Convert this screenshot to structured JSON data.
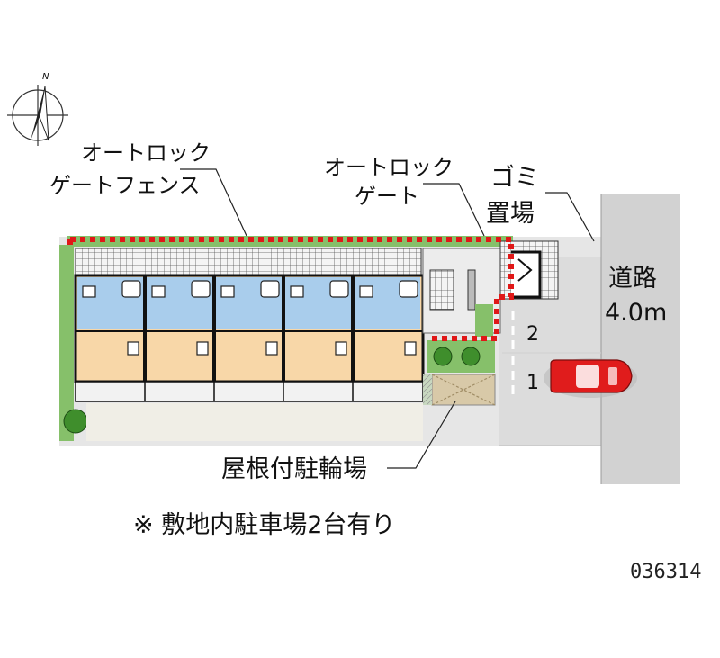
{
  "compass": {
    "north_letter": "N"
  },
  "labels": {
    "autolock_fence_line1": "オートロック",
    "autolock_fence_line2": "ゲートフェンス",
    "autolock_gate_line1": "オートロック",
    "autolock_gate_line2": "ゲート",
    "garbage_line1": "ゴミ",
    "garbage_line2": "置場",
    "road_line1": "道路",
    "road_line2": "4.0m",
    "bicycle_parking": "屋根付駐輪場"
  },
  "parking": {
    "slot_1": "1",
    "slot_2": "2"
  },
  "note": "※ 敷地内駐車場2台有り",
  "property_id": "036314",
  "colors": {
    "site": "#e6e6e6",
    "road": "#d2d2d2",
    "room": "#f8d7a8",
    "wet_area": "#a9cdec",
    "hedge": "#86c06a",
    "fence": "#e01818",
    "car": "#e01c1c",
    "wall": "#111111"
  }
}
